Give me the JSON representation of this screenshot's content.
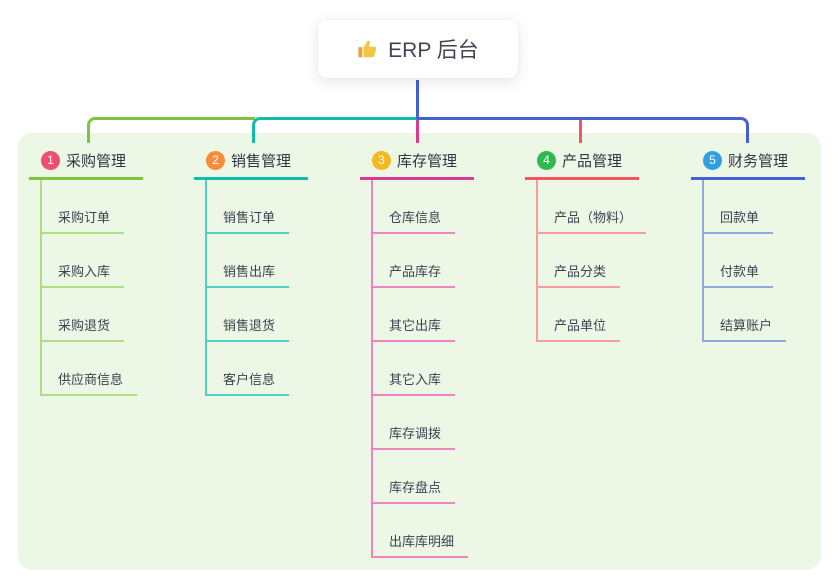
{
  "root": {
    "label": "ERP 后台",
    "icon": "thumbs-up-icon"
  },
  "branches": [
    {
      "badge": "1",
      "label": "采购管理",
      "badge_color": "#ef4f6e",
      "line_color": "#82c33e",
      "child_line_color": "#aedd84",
      "children": [
        "采购订单",
        "采购入库",
        "采购退货",
        "供应商信息"
      ]
    },
    {
      "badge": "2",
      "label": "销售管理",
      "badge_color": "#f68c3c",
      "line_color": "#12bcab",
      "child_line_color": "#55cfc4",
      "children": [
        "销售订单",
        "销售出库",
        "销售退货",
        "客户信息"
      ]
    },
    {
      "badge": "3",
      "label": "库存管理",
      "badge_color": "#f4b821",
      "line_color": "#da3a92",
      "child_line_color": "#ee85c1",
      "children": [
        "仓库信息",
        "产品库存",
        "其它出库",
        "其它入库",
        "库存调拨",
        "库存盘点",
        "出库库明细"
      ]
    },
    {
      "badge": "4",
      "label": "产品管理",
      "badge_color": "#30b953",
      "line_color": "#f1575f",
      "child_line_color": "#f79da1",
      "children": [
        "产品（物料）",
        "产品分类",
        "产品单位"
      ]
    },
    {
      "badge": "5",
      "label": "财务管理",
      "badge_color": "#2f9fe5",
      "line_color": "#455fd4",
      "child_line_color": "#93a9dd",
      "children": [
        "回款单",
        "付款单",
        "结算账户"
      ]
    }
  ],
  "colors": {
    "canvas_bg": "#ffffff",
    "panel_bg": "#ecf7e6",
    "root_stem": "#455fd4",
    "root_text": "#3f4653",
    "branch_text": "#2f3744",
    "child_text": "#3c434e"
  }
}
